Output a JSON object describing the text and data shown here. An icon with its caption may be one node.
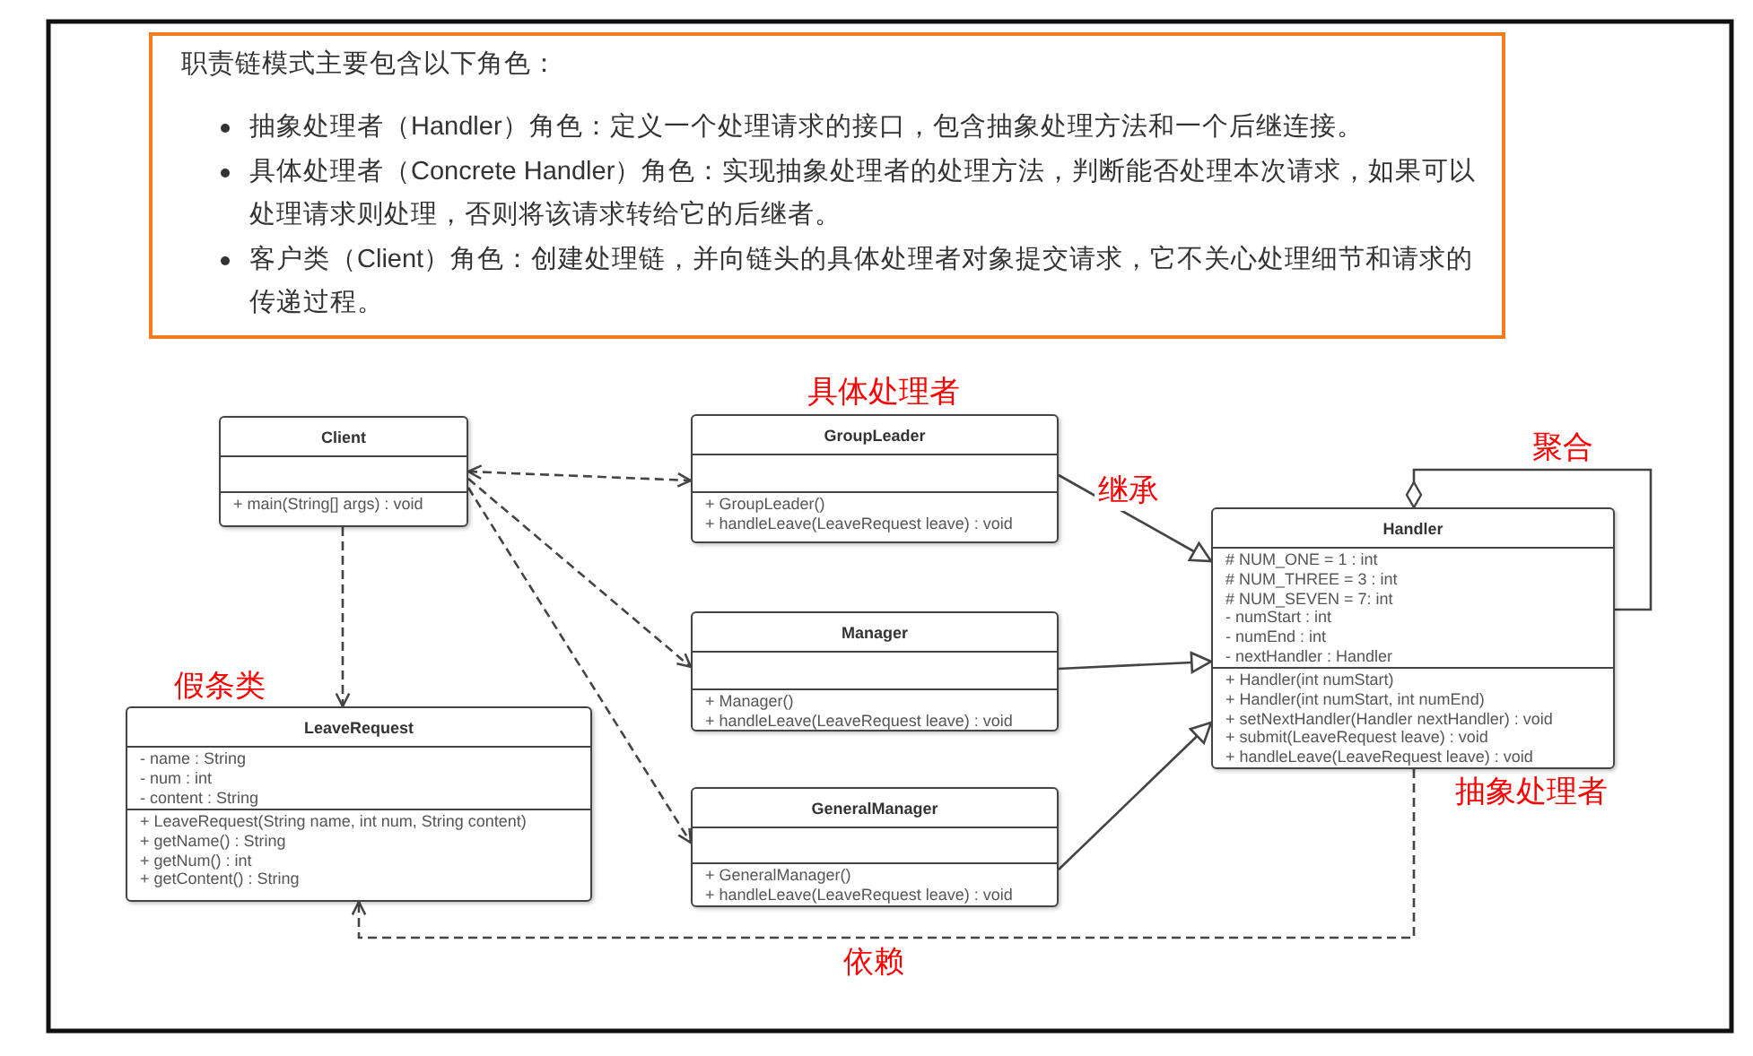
{
  "diagram": {
    "nodes": [
      {
        "text": [
          "职责链模式主要包含以下角色：",
          "抽象处理者（Handler）角色：定义一个处理请求的接口，包含抽象处理方法和一个后继连接。",
          "具体处理者（Concrete Handler）角色：实现抽象处理者的处理方法，判断能否处理本次请求，如果可以处理请求则处理，否则将该请求转给它的后继者。",
          "客户类（Client）角色：创建处理链，并向链头的具体处理者对象提交请求，它不关心处理细节和请求的传递过程。"
        ]
      },
      {
        "text": [
          "Client",
          "+ main(String[] args) : void"
        ]
      },
      {
        "text": [
          "GroupLeader",
          "+ GroupLeader()",
          "+ handleLeave(LeaveRequest leave) : void"
        ]
      },
      {
        "text": [
          "Manager",
          "+ Manager()",
          "+ handleLeave(LeaveRequest leave) : void"
        ]
      },
      {
        "text": [
          "GeneralManager",
          "+ GeneralManager()",
          "+ handleLeave(LeaveRequest leave) : void"
        ]
      },
      {
        "text": [
          "Handler",
          "# NUM_ONE = 1 :   int",
          "# NUM_THREE = 3 :   int",
          "# NUM_SEVEN = 7:   int",
          "- numStart :   int",
          "- numEnd :   int",
          "- nextHandler :   Handler",
          "+ Handler(int numStart)",
          "+ Handler(int numStart, int numEnd)",
          "+ setNextHandler(Handler nextHandler) :   void",
          "+ submit(LeaveRequest leave) :   void",
          "+ handleLeave(LeaveRequest leave) :   void"
        ],
        "beside": [
          "抽象处理者"
        ]
      },
      {
        "text": [
          "LeaveRequest",
          "- name : String",
          "- num : int",
          "- content : String",
          "+ LeaveRequest(String name, int num, String content)",
          "+ getName() : String",
          "+ getNum() : int",
          "+ getContent() : String"
        ],
        "beside": [
          "假条类"
        ]
      }
    ],
    "edges": [
      {
        "from": 1,
        "to": 2,
        "arrow": "both",
        "style": "dashed"
      },
      {
        "from": 1,
        "to": 3,
        "arrow": "to",
        "style": "dashed"
      },
      {
        "from": 1,
        "to": 4,
        "arrow": "to",
        "style": "dashed"
      },
      {
        "from": 1,
        "to": 6,
        "arrow": "to",
        "style": "dashed"
      },
      {
        "from": 2,
        "to": 5,
        "arrow": "to",
        "label": "继承"
      },
      {
        "from": 3,
        "to": 5,
        "arrow": "to"
      },
      {
        "from": 4,
        "to": 5,
        "arrow": "to"
      },
      {
        "from": 5,
        "to": 6,
        "arrow": "to",
        "style": "dashed",
        "label": "依赖"
      },
      {
        "from": 5,
        "to": 5,
        "arrow": "other",
        "label": "聚合"
      }
    ],
    "labels": [
      "具体处理者"
    ]
  }
}
